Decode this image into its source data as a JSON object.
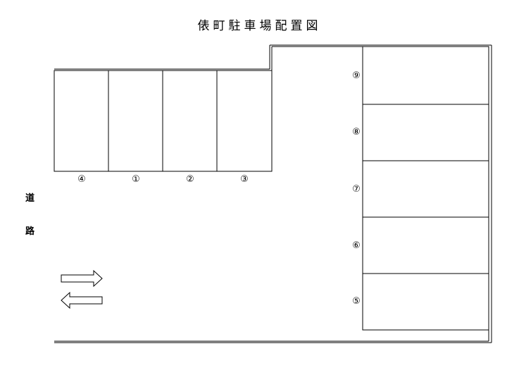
{
  "title": "俵町駐車場配置図",
  "road_label": [
    "道",
    "路"
  ],
  "spaces": {
    "bottom_row": [
      "④",
      "①",
      "②",
      "③"
    ],
    "right_column": [
      "⑨",
      "⑧",
      "⑦",
      "⑥",
      "⑤"
    ]
  }
}
